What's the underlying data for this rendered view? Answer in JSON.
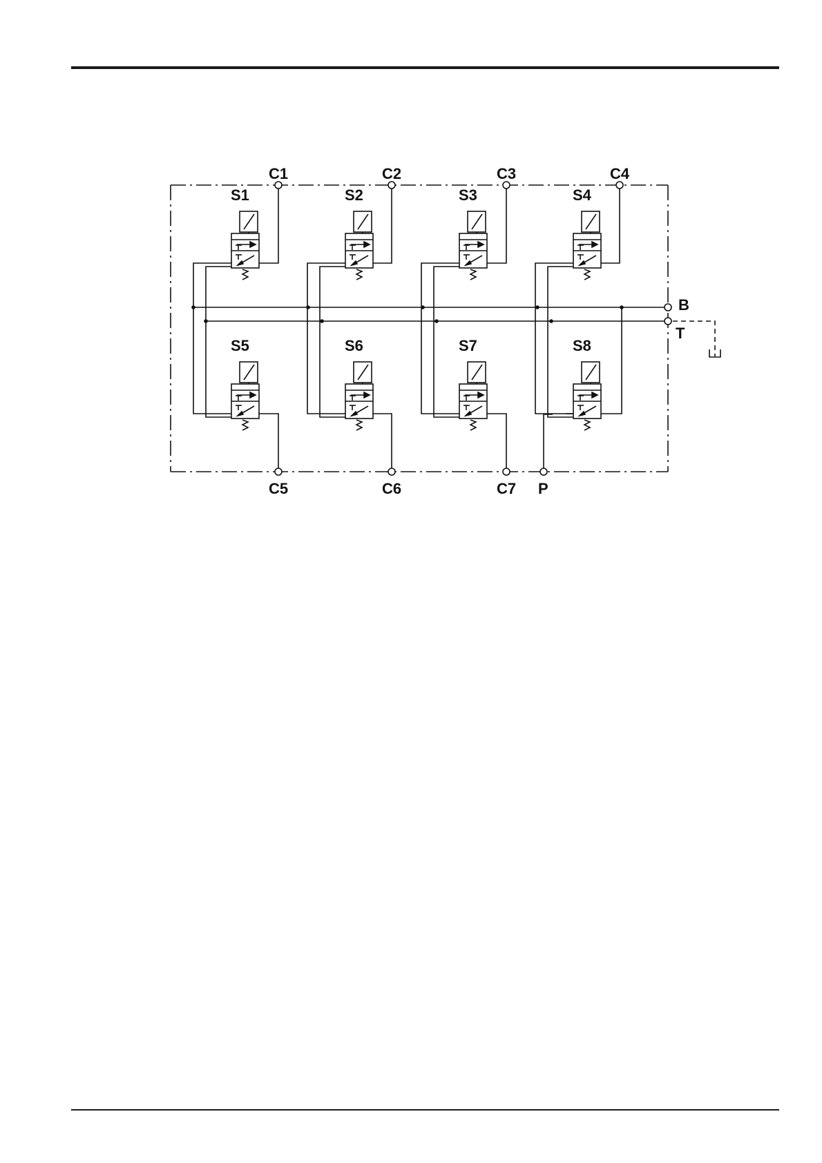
{
  "colors": {
    "ink": "#111111",
    "paper": "#ffffff"
  },
  "diagram": {
    "ports_top": [
      "C1",
      "C2",
      "C3",
      "C4"
    ],
    "ports_bottom": [
      "C5",
      "C6",
      "C7",
      "P"
    ],
    "ports_right": [
      "B",
      "T"
    ],
    "valves_top": [
      "S1",
      "S2",
      "S3",
      "S4"
    ],
    "valves_bottom": [
      "S5",
      "S6",
      "S7",
      "S8"
    ],
    "symbols": [
      "solenoid-icon",
      "spring-icon",
      "tank-icon"
    ]
  }
}
